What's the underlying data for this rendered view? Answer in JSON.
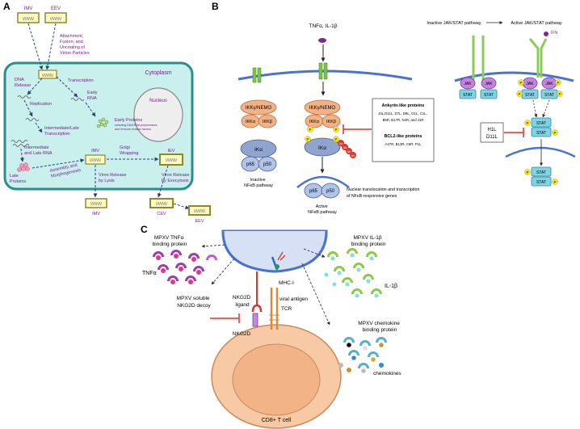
{
  "panels": {
    "a": "A",
    "b": "B",
    "c": "C"
  },
  "colors": {
    "cell_fill": "#c9f0ec",
    "cell_stroke": "#2a8f89",
    "purple_text": "#7b1b8e",
    "virion_fill": "#fdf9c2",
    "virion_stroke": "#8a8a2a",
    "membrane": "#4a74c9",
    "ikk_fill": "#f4b183",
    "ikb_fill": "#8fa5cf",
    "stat_fill": "#7fd3e3",
    "jak_fill": "#c384e0",
    "p_fill": "#ffee00",
    "ub_fill": "#d63a2a",
    "inhibit": "#e0302a",
    "tcell_fill": "#f7c9a4"
  },
  "panel_a": {
    "imv_top": "IMV",
    "eev_top": "EEV",
    "attach_lines": [
      "Attachment,",
      "Fusion, and",
      "Uncoating of",
      "Virion Particles"
    ],
    "cytoplasm": "Cytoplasm",
    "dna_release": [
      "DNA",
      "Release"
    ],
    "transcription": "Transcription",
    "early_rna": [
      "Early",
      "RNA"
    ],
    "nucleus": "Nucleus",
    "replication": "Replication",
    "early_proteins": "Early Proteins",
    "early_proteins_sub": [
      "including DNA/RNA polymerases",
      "and immune evasion factors"
    ],
    "intermediate_late_transcription": [
      "Intermediate/Late",
      "Transcription"
    ],
    "intermediate_late_rna": [
      "Intermediate",
      "and Late RNA"
    ],
    "late_proteins": [
      "Late",
      "Proteins"
    ],
    "assembly": [
      "Assembly and",
      "Morphogenesis"
    ],
    "imv_inner": "IMV",
    "golgi": [
      "Golgi",
      "Wrapping"
    ],
    "iev": "IEV",
    "viron_lysis": [
      "Viron Release",
      "by Lysis"
    ],
    "viron_exo": [
      "Viron Release",
      "by Exocytosis"
    ],
    "imv_out": "IMV",
    "cev": "CEV",
    "eev_out": "EEV",
    "virion_glyph": "\\/\\/\\/\\/\\/"
  },
  "panel_b": {
    "tnf": "TNFα, IL-1β",
    "ikk_nemo": "IKKγ/NEMO",
    "ikka": "IKKα",
    "ikkb": "IKKβ",
    "ika": "IKα",
    "p65": "p65",
    "p50": "p50",
    "inactive_nfkb": [
      "Inactive",
      "NFκB pathway"
    ],
    "active_nfkb": [
      "Active",
      "NFκB pathway"
    ],
    "ub": "Ub",
    "p": "P",
    "ankyrin_title": "Ankyrin-like proteins",
    "ankyrin_lines": [
      "J3L,D11L, D7L, D9L, O1L, C1L,",
      "B5R, B17R, N4R, and J1R"
    ],
    "bcl2_title": "BCL2-like proteins",
    "bcl2_lines": [
      "A47R, B13R, C6R, P1L"
    ],
    "nuclear_text": [
      "Nuclear translocation and transcription",
      "of NFκB-responsive  genes"
    ],
    "inactive_jak": "Inactive JAK/STAT pathway",
    "active_jak": "Active JAK/STAT pathway",
    "ifn": "IFN",
    "jak": "JAK",
    "stat": "STAT",
    "h1l": "H1L",
    "d11l": "D11L"
  },
  "panel_c": {
    "mpxv_tnf": [
      "MPXV TNFα",
      "binding protein"
    ],
    "tnfa": "TNFα",
    "mpxv_il1b": [
      "MPXV IL-1β",
      "binding protein"
    ],
    "il1b": "IL-1β",
    "nkg2d_ligand": [
      "NKG2D",
      "ligand"
    ],
    "mpxv_nkg2d": [
      "MPXV soluble",
      "NKG2D decoy"
    ],
    "mhc": "MHC-I",
    "viral_antigen": "viral antigen",
    "nkg2d": "NKG2D",
    "tcr": "TCR",
    "mpxv_chemokine": [
      "MPXV chemokine",
      "binding protein"
    ],
    "chemokines": "chemokines",
    "tcell": "CD8+ T cell"
  }
}
